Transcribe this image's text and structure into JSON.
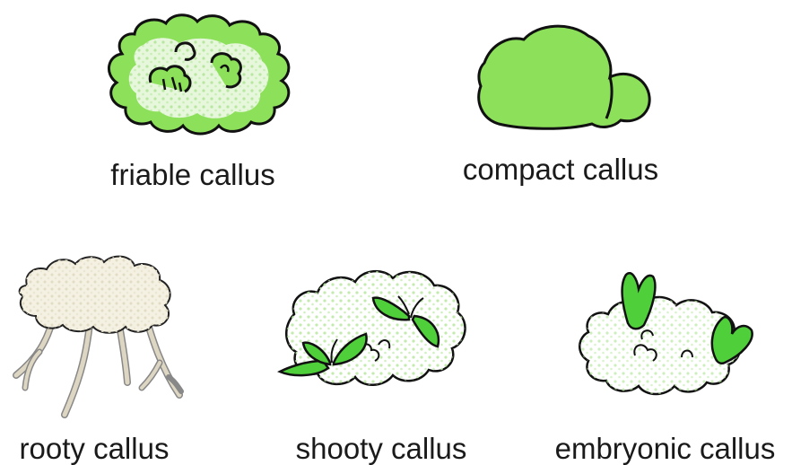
{
  "labels": {
    "friable": "friable callus",
    "compact": "compact callus",
    "rooty": "rooty callus",
    "shooty": "shooty callus",
    "embryonic": "embryonic callus"
  },
  "colors": {
    "bright_green": "#8de05a",
    "pale_green": "#c9f0b0",
    "leaf_green": "#4fcf3a",
    "cream": "#f2eede",
    "root_tan": "#ddd6c2",
    "outline": "#111111"
  }
}
